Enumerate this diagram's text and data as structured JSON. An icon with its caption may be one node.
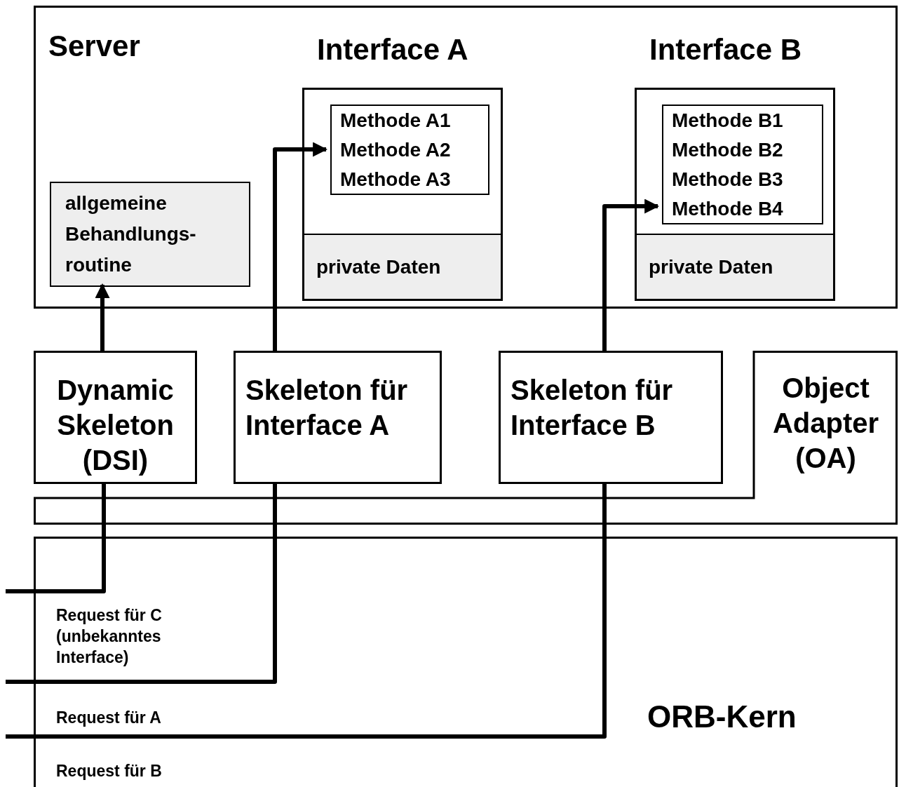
{
  "diagram": {
    "nodes": [
      {
        "text": [
          "Server"
        ]
      },
      {
        "text": [
          "Interface A",
          "private Daten"
        ],
        "in": 0
      },
      {
        "text": [
          "Methode A1",
          "Methode A2",
          "Methode A3"
        ],
        "in": 1
      },
      {
        "text": [
          "Interface B",
          "private Daten"
        ],
        "in": 0
      },
      {
        "text": [
          "Methode B1",
          "Methode B2",
          "Methode B3",
          "Methode B4"
        ],
        "in": 3
      },
      {
        "text": [
          "allgemeine Behandlungs- routine"
        ],
        "in": 0
      },
      {
        "text": [
          "Object Adapter (OA)"
        ]
      },
      {
        "text": [
          "Dynamic Skeleton (DSI)"
        ],
        "in": 6
      },
      {
        "text": [
          "Skeleton für Interface A"
        ],
        "in": 6
      },
      {
        "text": [
          "Skeleton für Interface B"
        ],
        "in": 6
      },
      {
        "text": [
          "ORB-Kern"
        ]
      }
    ],
    "edges": [
      {
        "from": 7,
        "to": 5,
        "arrow": "to"
      },
      {
        "from": 8,
        "to": 2,
        "arrow": "to"
      },
      {
        "from": 9,
        "to": 4,
        "arrow": "to"
      },
      {
        "from": null,
        "to": 7,
        "arrow": "none",
        "label": "Request für C (unbekanntes Interface)"
      },
      {
        "from": null,
        "to": 8,
        "arrow": "none",
        "label": "Request für A"
      },
      {
        "from": null,
        "to": 9,
        "arrow": "none",
        "label": "Request für B"
      }
    ]
  }
}
